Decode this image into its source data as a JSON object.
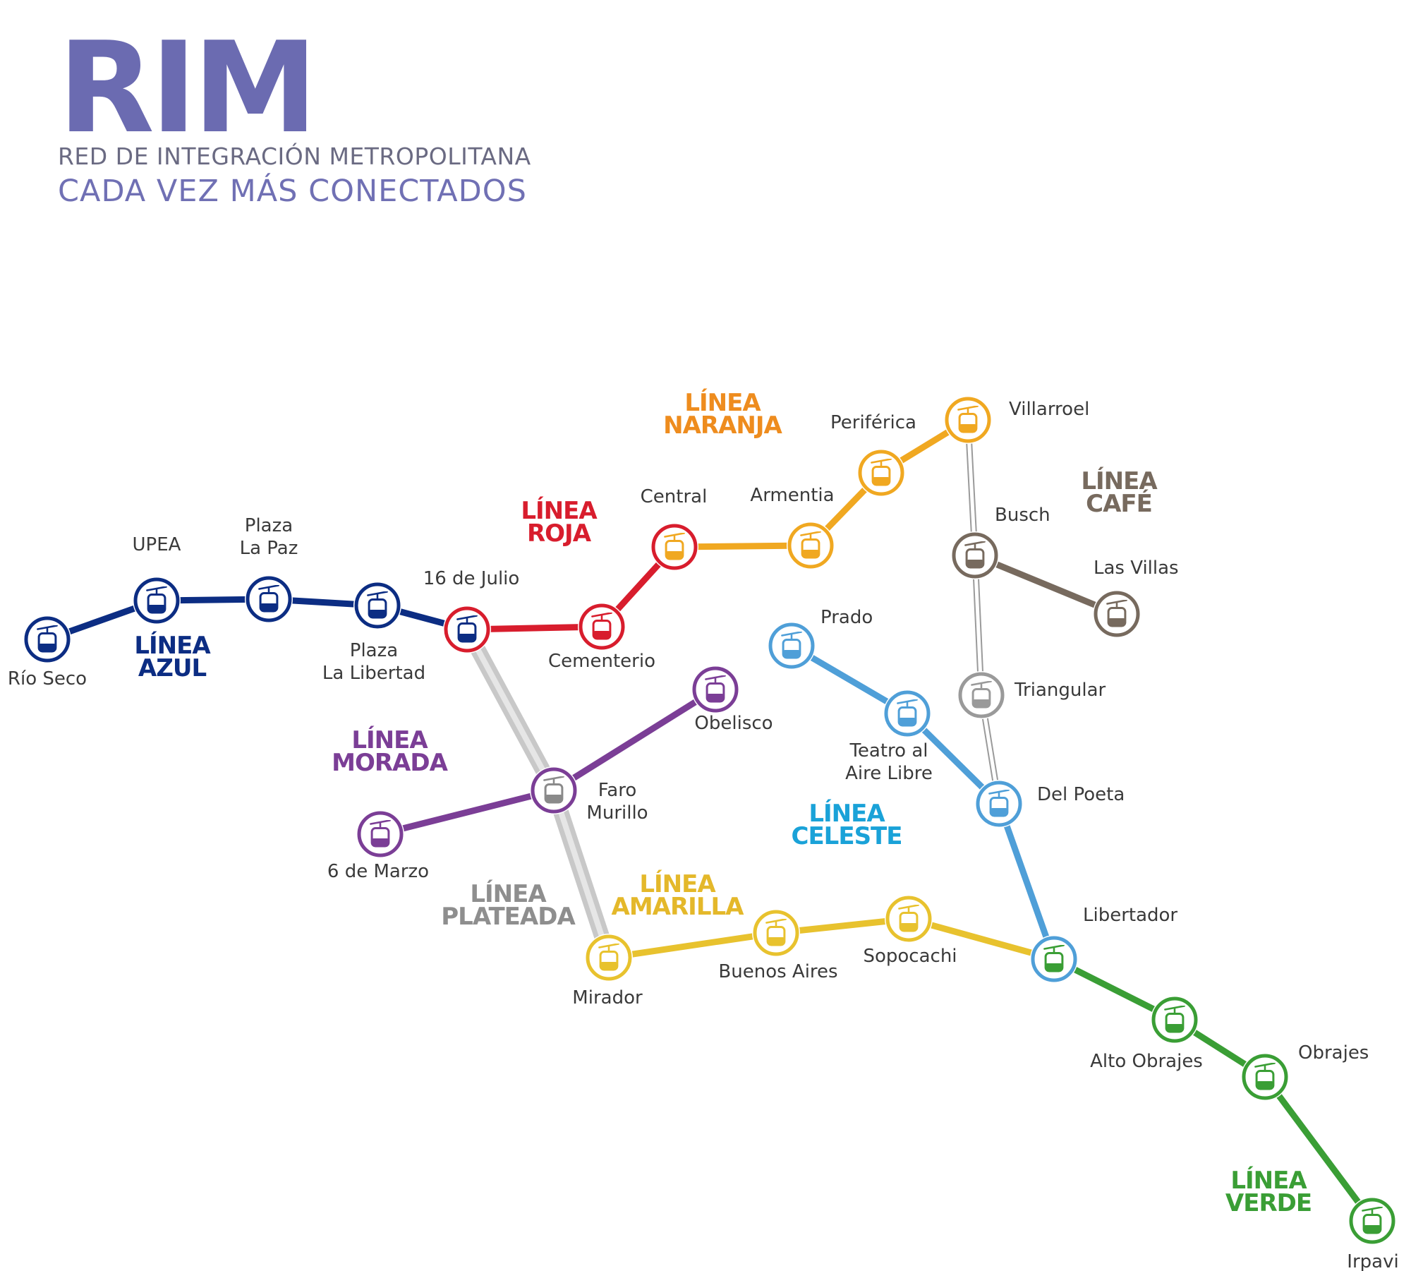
{
  "header": {
    "logo": "RIM",
    "tagline_1": "RED DE INTEGRACIÓN METROPOLITANA",
    "tagline_2": "CADA VEZ MÁS CONECTADOS",
    "logo_color": "#6b6bb1",
    "tagline_2_color": "#7070b4"
  },
  "lines": [
    {
      "id": "azul",
      "label": [
        "LÍNEA",
        "AZUL"
      ],
      "color": "#0c2d83",
      "stations": [
        "rio-seco",
        "upea",
        "plaza-la-paz",
        "plaza-la-libertad",
        "16-de-julio"
      ]
    },
    {
      "id": "roja",
      "label": [
        "LÍNEA",
        "ROJA"
      ],
      "color": "#d81d2d",
      "stations": [
        "16-de-julio",
        "cementerio",
        "central"
      ]
    },
    {
      "id": "naranja",
      "label": [
        "LÍNEA",
        "NARANJA"
      ],
      "color": "#f0a821",
      "stations": [
        "central",
        "armentia",
        "periferica",
        "villarroel"
      ]
    },
    {
      "id": "plateada",
      "label": [
        "LÍNEA",
        "PLATEADA"
      ],
      "color": "#a2a2a2",
      "stations": [
        "16-de-julio",
        "faro-murillo",
        "mirador"
      ]
    },
    {
      "id": "morada",
      "label": [
        "LÍNEA",
        "MORADA"
      ],
      "color": "#7b3e96",
      "stations": [
        "6-de-marzo",
        "faro-murillo",
        "obelisco"
      ]
    },
    {
      "id": "amarilla",
      "label": [
        "LÍNEA",
        "AMARILLA"
      ],
      "color": "#e8c22e",
      "stations": [
        "mirador",
        "buenos-aires",
        "sopocachi",
        "libertador"
      ]
    },
    {
      "id": "celeste",
      "label": [
        "LÍNEA",
        "CELESTE"
      ],
      "color": "#4f9fd8",
      "stations": [
        "prado",
        "teatro-al-aire-libre",
        "del-poeta",
        "libertador"
      ]
    },
    {
      "id": "blanca",
      "label": [],
      "color": "#9a9a9a",
      "stations": [
        "villarroel",
        "busch",
        "triangular",
        "del-poeta"
      ]
    },
    {
      "id": "cafe",
      "label": [
        "LÍNEA",
        "CAFÉ"
      ],
      "color": "#776a5e",
      "stations": [
        "busch",
        "las-villas"
      ]
    },
    {
      "id": "verde",
      "label": [
        "LÍNEA",
        "VERDE"
      ],
      "color": "#3a9e35",
      "stations": [
        "libertador",
        "alto-obrajes",
        "obrajes",
        "irpavi"
      ]
    }
  ],
  "stations": [
    {
      "id": "rio-seco",
      "name": [
        "Río Seco"
      ],
      "ring": "#0c2d83",
      "fill": "#0c2d83"
    },
    {
      "id": "upea",
      "name": [
        "UPEA"
      ],
      "ring": "#0c2d83",
      "fill": "#0c2d83"
    },
    {
      "id": "plaza-la-paz",
      "name": [
        "Plaza",
        "La Paz"
      ],
      "ring": "#0c2d83",
      "fill": "#0c2d83"
    },
    {
      "id": "plaza-la-libertad",
      "name": [
        "Plaza",
        "La Libertad"
      ],
      "ring": "#0c2d83",
      "fill": "#0c2d83"
    },
    {
      "id": "16-de-julio",
      "name": [
        "16 de Julio"
      ],
      "ring": "#d81d2d",
      "fill": "#0c2d83"
    },
    {
      "id": "cementerio",
      "name": [
        "Cementerio"
      ],
      "ring": "#d81d2d",
      "fill": "#d81d2d"
    },
    {
      "id": "central",
      "name": [
        "Central"
      ],
      "ring": "#d81d2d",
      "fill": "#f0a821"
    },
    {
      "id": "armentia",
      "name": [
        "Armentia"
      ],
      "ring": "#f0a821",
      "fill": "#f0a821"
    },
    {
      "id": "periferica",
      "name": [
        "Periférica"
      ],
      "ring": "#f0a821",
      "fill": "#f0a821"
    },
    {
      "id": "villarroel",
      "name": [
        "Villarroel"
      ],
      "ring": "#f0a821",
      "fill": "#f0a821"
    },
    {
      "id": "busch",
      "name": [
        "Busch"
      ],
      "ring": "#776a5e",
      "fill": "#776a5e"
    },
    {
      "id": "las-villas",
      "name": [
        "Las Villas"
      ],
      "ring": "#776a5e",
      "fill": "#776a5e"
    },
    {
      "id": "triangular",
      "name": [
        "Triangular"
      ],
      "ring": "#9a9a9a",
      "fill": "#9a9a9a"
    },
    {
      "id": "prado",
      "name": [
        "Prado"
      ],
      "ring": "#4f9fd8",
      "fill": "#4f9fd8"
    },
    {
      "id": "teatro-al-aire-libre",
      "name": [
        "Teatro al",
        "Aire Libre"
      ],
      "ring": "#4f9fd8",
      "fill": "#4f9fd8"
    },
    {
      "id": "del-poeta",
      "name": [
        "Del Poeta"
      ],
      "ring": "#4f9fd8",
      "fill": "#4f9fd8"
    },
    {
      "id": "obelisco",
      "name": [
        "Obelisco"
      ],
      "ring": "#7b3e96",
      "fill": "#7b3e96"
    },
    {
      "id": "faro-murillo",
      "name": [
        "Faro",
        "Murillo"
      ],
      "ring": "#7b3e96",
      "fill": "#8a8a8a"
    },
    {
      "id": "6-de-marzo",
      "name": [
        "6 de Marzo"
      ],
      "ring": "#7b3e96",
      "fill": "#7b3e96"
    },
    {
      "id": "mirador",
      "name": [
        "Mirador"
      ],
      "ring": "#e8c22e",
      "fill": "#e8c22e"
    },
    {
      "id": "buenos-aires",
      "name": [
        "Buenos Aires"
      ],
      "ring": "#e8c22e",
      "fill": "#e8c22e"
    },
    {
      "id": "sopocachi",
      "name": [
        "Sopocachi"
      ],
      "ring": "#e8c22e",
      "fill": "#e8c22e"
    },
    {
      "id": "libertador",
      "name": [
        "Libertador"
      ],
      "ring": "#4f9fd8",
      "fill": "#3a9e35"
    },
    {
      "id": "alto-obrajes",
      "name": [
        "Alto Obrajes"
      ],
      "ring": "#3a9e35",
      "fill": "#3a9e35"
    },
    {
      "id": "obrajes",
      "name": [
        "Obrajes"
      ],
      "ring": "#3a9e35",
      "fill": "#3a9e35"
    },
    {
      "id": "irpavi",
      "name": [
        "Irpavi"
      ],
      "ring": "#3a9e35",
      "fill": "#3a9e35"
    }
  ],
  "icons": {
    "station": "cable-car-gondola-icon"
  }
}
